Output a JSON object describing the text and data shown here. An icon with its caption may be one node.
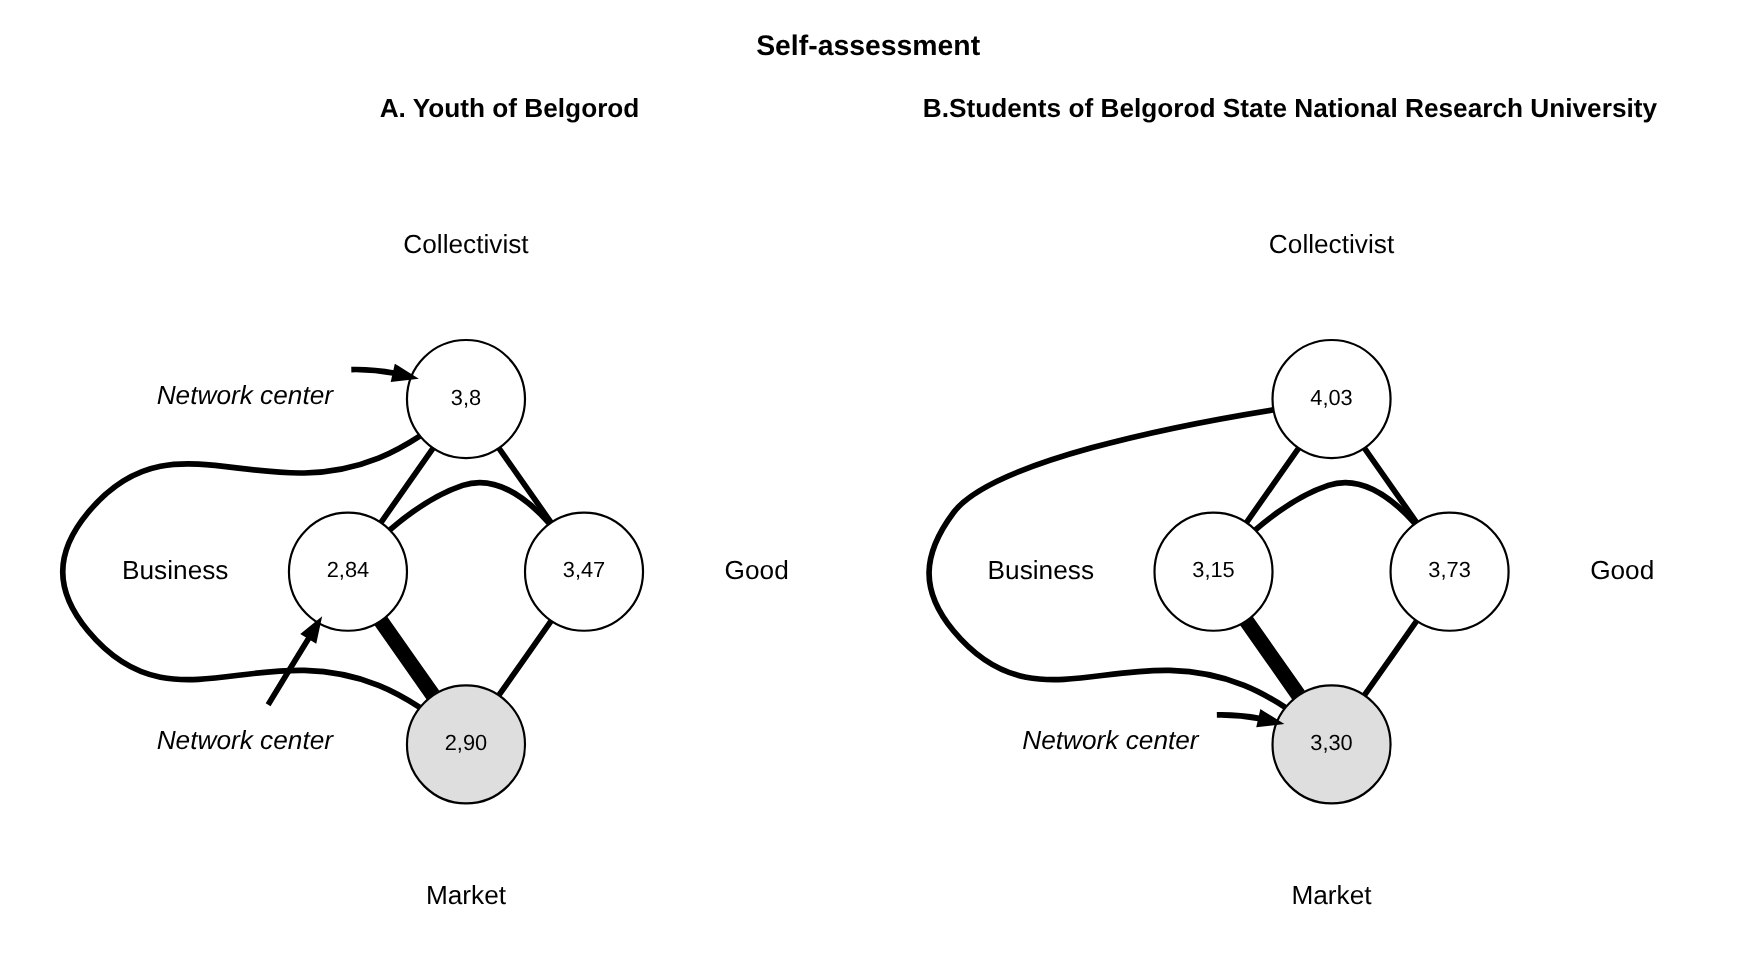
{
  "diagram": {
    "title": "Self-assessment",
    "nodes": [
      {
        "text": [
          "Network center"
        ]
      },
      {
        "text": [
          "3,8"
        ],
        "beside": [
          "Collectivist"
        ]
      },
      {
        "text": [
          "2,84"
        ],
        "beside": [
          "Business"
        ]
      },
      {
        "text": [
          "3,47"
        ],
        "beside": [
          "Good"
        ]
      },
      {
        "text": [
          "Network center"
        ]
      },
      {
        "text": [
          "2,90"
        ],
        "beside": [
          "Market"
        ]
      },
      {
        "text": [
          "4,03"
        ],
        "beside": [
          "Collectivist"
        ]
      },
      {
        "text": [
          "3,15"
        ],
        "beside": [
          "Business"
        ]
      },
      {
        "text": [
          "3,73"
        ],
        "beside": [
          "Good"
        ]
      },
      {
        "text": [
          "Network center"
        ]
      },
      {
        "text": [
          "3,30"
        ],
        "beside": [
          "Market"
        ]
      }
    ],
    "edges": [
      {
        "from": 0,
        "to": 1,
        "arrow": "to"
      },
      {
        "from": 1,
        "to": 2,
        "arrow": "none"
      },
      {
        "from": 1,
        "to": 3,
        "arrow": "none"
      },
      {
        "from": 2,
        "to": 3,
        "arrow": "none"
      },
      {
        "from": 1,
        "to": 5,
        "arrow": "none"
      },
      {
        "from": 2,
        "to": 5,
        "arrow": "none",
        "style": "thick"
      },
      {
        "from": 3,
        "to": 5,
        "arrow": "none"
      },
      {
        "from": 4,
        "to": 2,
        "arrow": "to"
      },
      {
        "from": 6,
        "to": 7,
        "arrow": "none"
      },
      {
        "from": 6,
        "to": 8,
        "arrow": "none"
      },
      {
        "from": 7,
        "to": 8,
        "arrow": "none"
      },
      {
        "from": 6,
        "to": 10,
        "arrow": "none"
      },
      {
        "from": 7,
        "to": 10,
        "arrow": "none",
        "style": "thick"
      },
      {
        "from": 8,
        "to": 10,
        "arrow": "none"
      },
      {
        "from": 9,
        "to": 10,
        "arrow": "to"
      }
    ],
    "labels": [
      "A. Youth of Belgorod",
      "B.Students of Belgorod State National Research University"
    ]
  }
}
